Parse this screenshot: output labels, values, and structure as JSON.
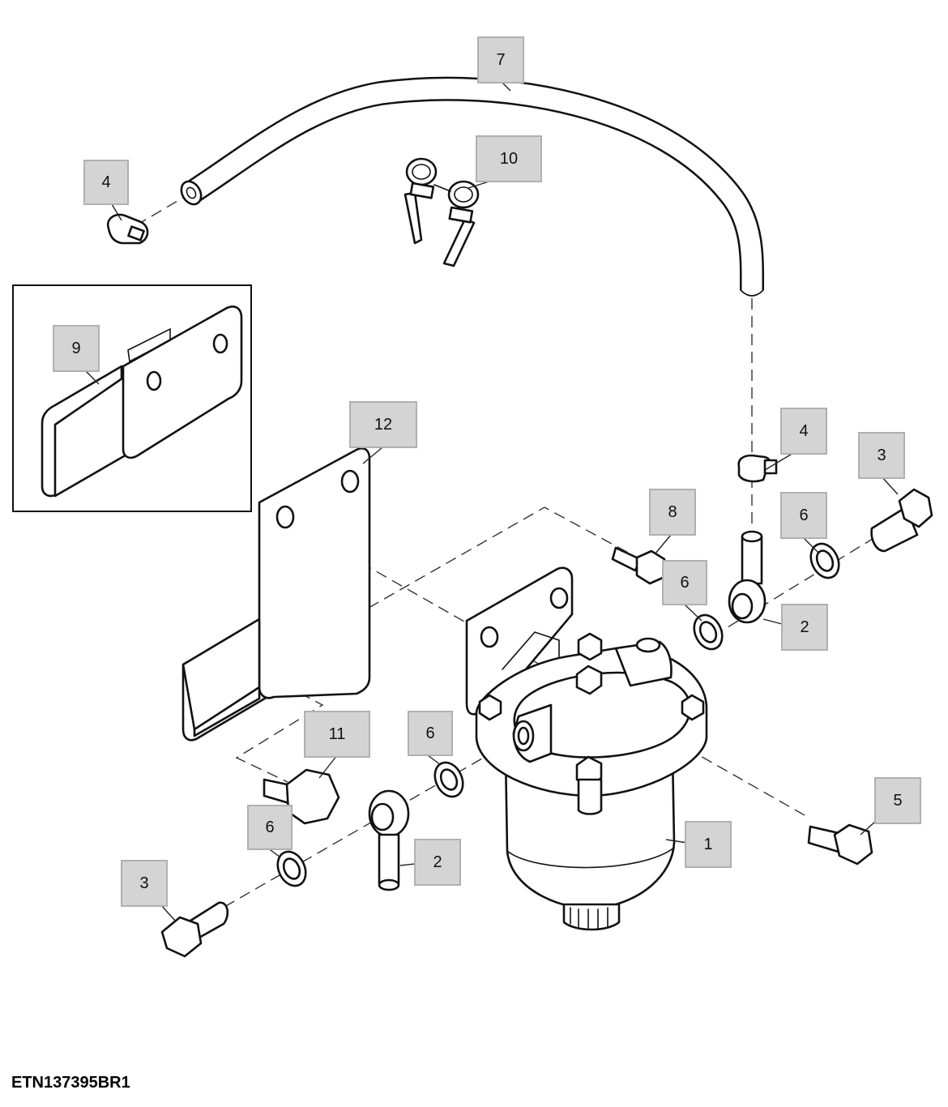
{
  "figure_code": "ETN137395BR1",
  "callouts": {
    "c7": "7",
    "c10": "10",
    "c4a": "4",
    "c9": "9",
    "c12": "12",
    "c4b": "4",
    "c3a": "3",
    "c8": "8",
    "c6a": "6",
    "c6b": "6",
    "c2a": "2",
    "c11": "11",
    "c6c": "6",
    "c6d": "6",
    "c5": "5",
    "c1": "1",
    "c2b": "2",
    "c3b": "3"
  }
}
